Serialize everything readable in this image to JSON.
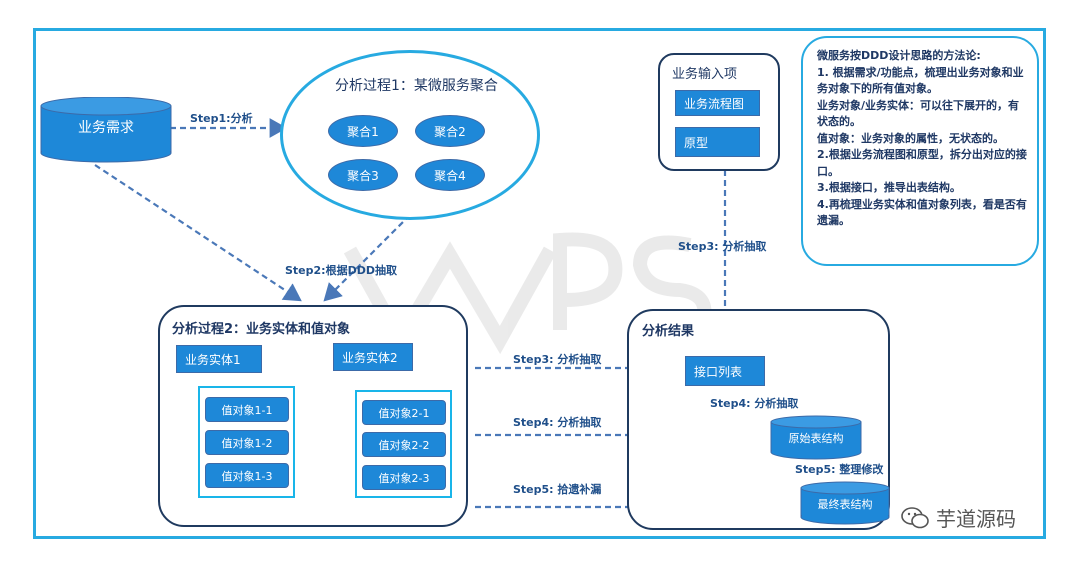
{
  "requirement": {
    "label": "业务需求"
  },
  "process1": {
    "title": "分析过程1：某微服务聚合",
    "aggregates": [
      "聚合1",
      "聚合2",
      "聚合3",
      "聚合4"
    ]
  },
  "inputs": {
    "title": "业务输入项",
    "items": [
      "业务流程图",
      "原型"
    ]
  },
  "methodology": {
    "lines": [
      "微服务按DDD设计思路的方法论:",
      "1. 根据需求/功能点，梳理出业务对象和业务对象下的所有值对象。",
      "  业务对象/业务实体：可以往下展开的，有状态的。",
      "值对象：业务对象的属性，无状态的。",
      "2.根据业务流程图和原型，拆分出对应的接口。",
      "3.根据接口，推导出表结构。",
      "4.再梳理业务实体和值对象列表，看是否有遗漏。"
    ]
  },
  "process2": {
    "title": "分析过程2：业务实体和值对象",
    "entity1": {
      "label": "业务实体1",
      "values": [
        "值对象1-1",
        "值对象1-2",
        "值对象1-3"
      ]
    },
    "entity2": {
      "label": "业务实体2",
      "values": [
        "值对象2-1",
        "值对象2-2",
        "值对象2-3"
      ]
    }
  },
  "result": {
    "title": "分析结果",
    "interface_list": "接口列表",
    "raw_table": "原始表结构",
    "final_table": "最终表结构"
  },
  "steps": {
    "step1": "Step1:分析",
    "step2": "Step2:根据DDD抽取",
    "step3_top": "Step3: 分析抽取",
    "step3_mid": "Step3: 分析抽取",
    "step4_mid": "Step4: 分析抽取",
    "step4_right": "Step4: 分析抽取",
    "step5_mid": "Step5: 拾遗补漏",
    "step5_right": "Step5: 整理修改"
  },
  "watermark": {
    "text": "芋道源码"
  },
  "colors": {
    "primary": "#1e88d8",
    "frame": "#27aae1",
    "panel_border": "#1f3a5f",
    "arrow": "#4a78b8"
  }
}
